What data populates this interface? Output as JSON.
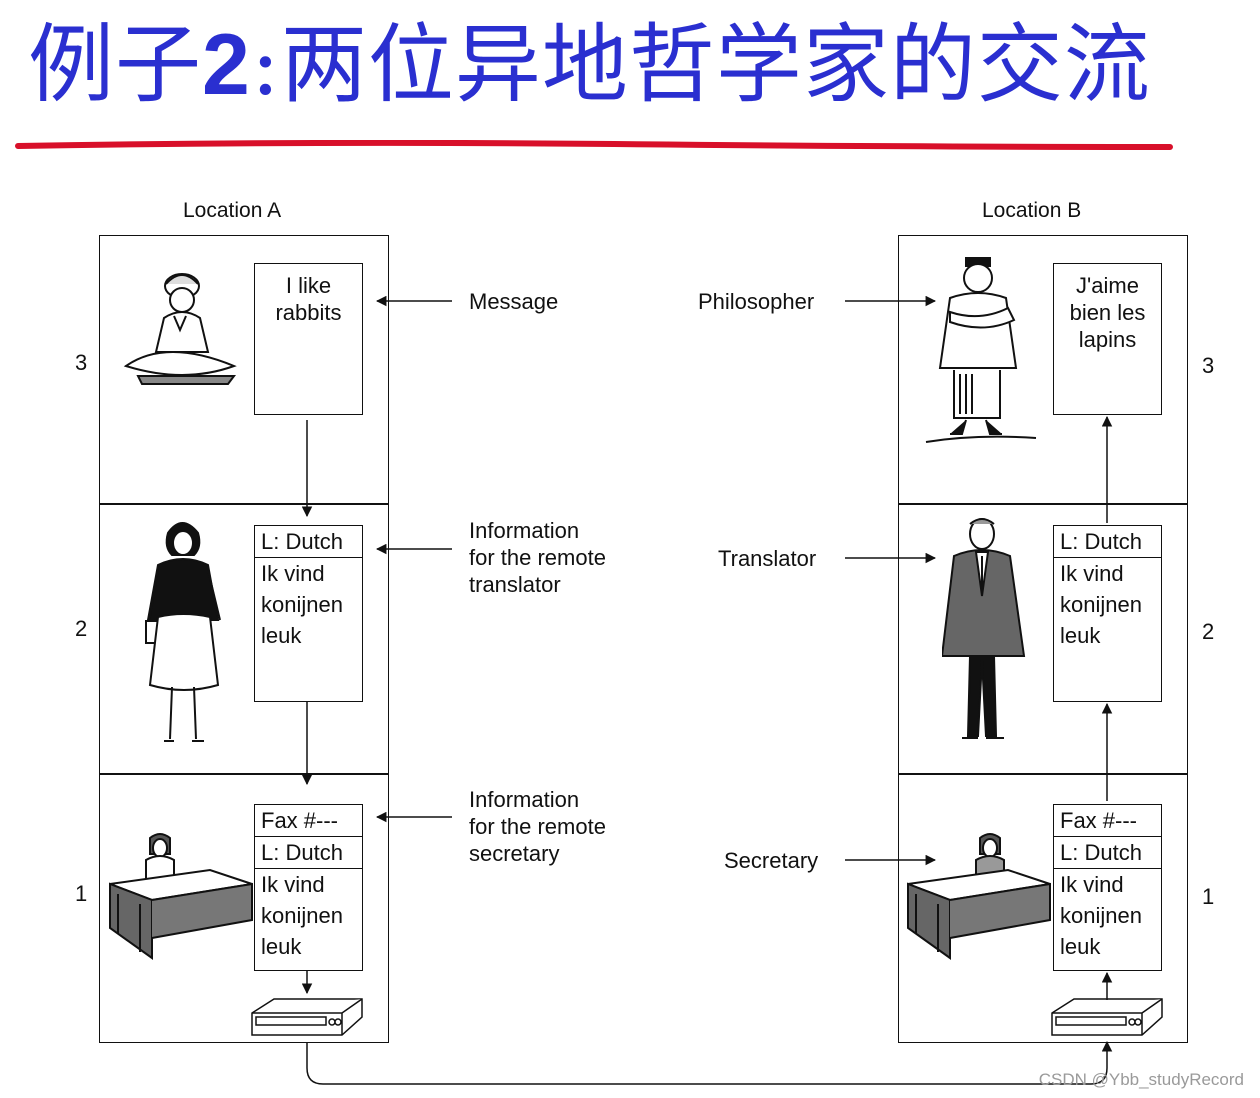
{
  "title": {
    "prefix": "例子",
    "number": "2",
    "rest": ":两位异地哲学家的交流",
    "color": "#2a2fd0",
    "rule_color": "#d8102a"
  },
  "locations": {
    "a": "Location A",
    "b": "Location B"
  },
  "levels": {
    "l3": "3",
    "l2": "2",
    "l1": "1"
  },
  "a": {
    "msg3": [
      "I like",
      "rabbits"
    ],
    "msg2": [
      "L: Dutch",
      "Ik vind",
      "konijnen",
      "leuk"
    ],
    "msg1": [
      "Fax #---",
      "L: Dutch",
      "Ik vind",
      "konijnen",
      "leuk"
    ]
  },
  "b": {
    "msg3": [
      "J'aime",
      "bien les",
      "lapins"
    ],
    "msg2": [
      "L: Dutch",
      "Ik vind",
      "konijnen",
      "leuk"
    ],
    "msg1": [
      "Fax #---",
      "L: Dutch",
      "Ik vind",
      "konijnen",
      "leuk"
    ]
  },
  "labels": {
    "message": "Message",
    "info_translator": [
      "Information",
      "for the remote",
      "translator"
    ],
    "info_secretary": [
      "Information",
      "for the remote",
      "secretary"
    ],
    "philosopher": "Philosopher",
    "translator": "Translator",
    "secretary": "Secretary"
  },
  "icons": [
    "philosopher-a-icon",
    "philosopher-b-icon",
    "translator-a-icon",
    "translator-b-icon",
    "secretary-a-icon",
    "secretary-b-icon",
    "fax-machine-a-icon",
    "fax-machine-b-icon"
  ],
  "watermark": "CSDN @Ybb_studyRecord"
}
